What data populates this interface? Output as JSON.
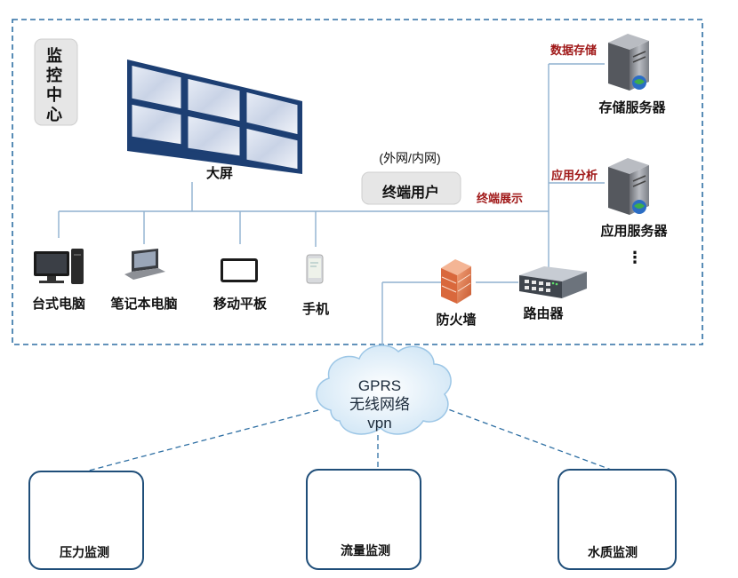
{
  "monitoring_center": {
    "label": "监控中心"
  },
  "video_wall": {
    "label": "大屏"
  },
  "terminal_user": {
    "network_note": "(外网/内网)",
    "label": "终端用户"
  },
  "links": {
    "terminal_display": "终端展示",
    "data_storage": "数据存储",
    "app_analysis": "应用分析"
  },
  "devices": [
    {
      "id": "desktop",
      "label": "台式电脑",
      "icon": "desktop-computer-icon"
    },
    {
      "id": "laptop",
      "label": "笔记本电脑",
      "icon": "laptop-icon"
    },
    {
      "id": "tablet",
      "label": "移动平板",
      "icon": "tablet-icon"
    },
    {
      "id": "phone",
      "label": "手机",
      "icon": "mobile-phone-icon"
    }
  ],
  "servers": {
    "storage": {
      "label": "存储服务器",
      "icon": "server-icon"
    },
    "application": {
      "label": "应用服务器",
      "icon": "server-icon"
    },
    "more": "⋮"
  },
  "firewall": {
    "label": "防火墙",
    "icon": "firewall-icon"
  },
  "router": {
    "label": "路由器",
    "icon": "router-icon"
  },
  "network_cloud": {
    "line1": "GPRS",
    "line2": "无线网络",
    "line3": "vpn"
  },
  "sensors": [
    {
      "id": "pressure",
      "label": "压力监测",
      "icon": "pressure-transmitter-icon"
    },
    {
      "id": "flow",
      "label": "流量监测",
      "icon": "flowmeter-icon"
    },
    {
      "id": "water-quality",
      "label": "水质监测",
      "icon": "water-quality-probe-icon"
    }
  ],
  "colors": {
    "frame": "#2e6fa3",
    "line": "#7aa6c8",
    "accent_red": "#a01818",
    "sensor_border": "#1f4e79"
  }
}
